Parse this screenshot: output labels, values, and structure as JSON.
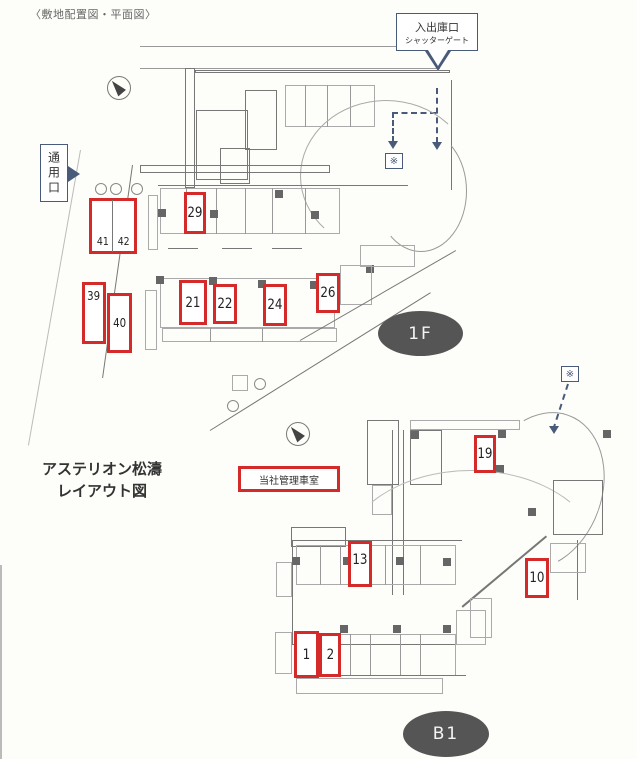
{
  "title": "〈敷地配置図・平面図〉",
  "building": {
    "name_line1": "アステリオン松濤",
    "name_line2": "レイアウト図"
  },
  "legend": {
    "label": "当社管理車室",
    "color": "#d42a2a"
  },
  "callouts": {
    "entrance": {
      "line1": "入出庫口",
      "line2": "シャッターゲート"
    },
    "service_entrance": {
      "text": "通用口"
    },
    "note_mark": "※"
  },
  "floors": [
    {
      "label": "1F",
      "managed_spaces": [
        "29",
        "41",
        "42",
        "39",
        "40",
        "21",
        "22",
        "24",
        "26"
      ]
    },
    {
      "label": "B1",
      "managed_spaces": [
        "19",
        "13",
        "10",
        "1",
        "2"
      ]
    }
  ],
  "colors": {
    "highlight": "#d42a2a",
    "callout_border": "#4a5a7a",
    "floor_badge": "#555555"
  }
}
